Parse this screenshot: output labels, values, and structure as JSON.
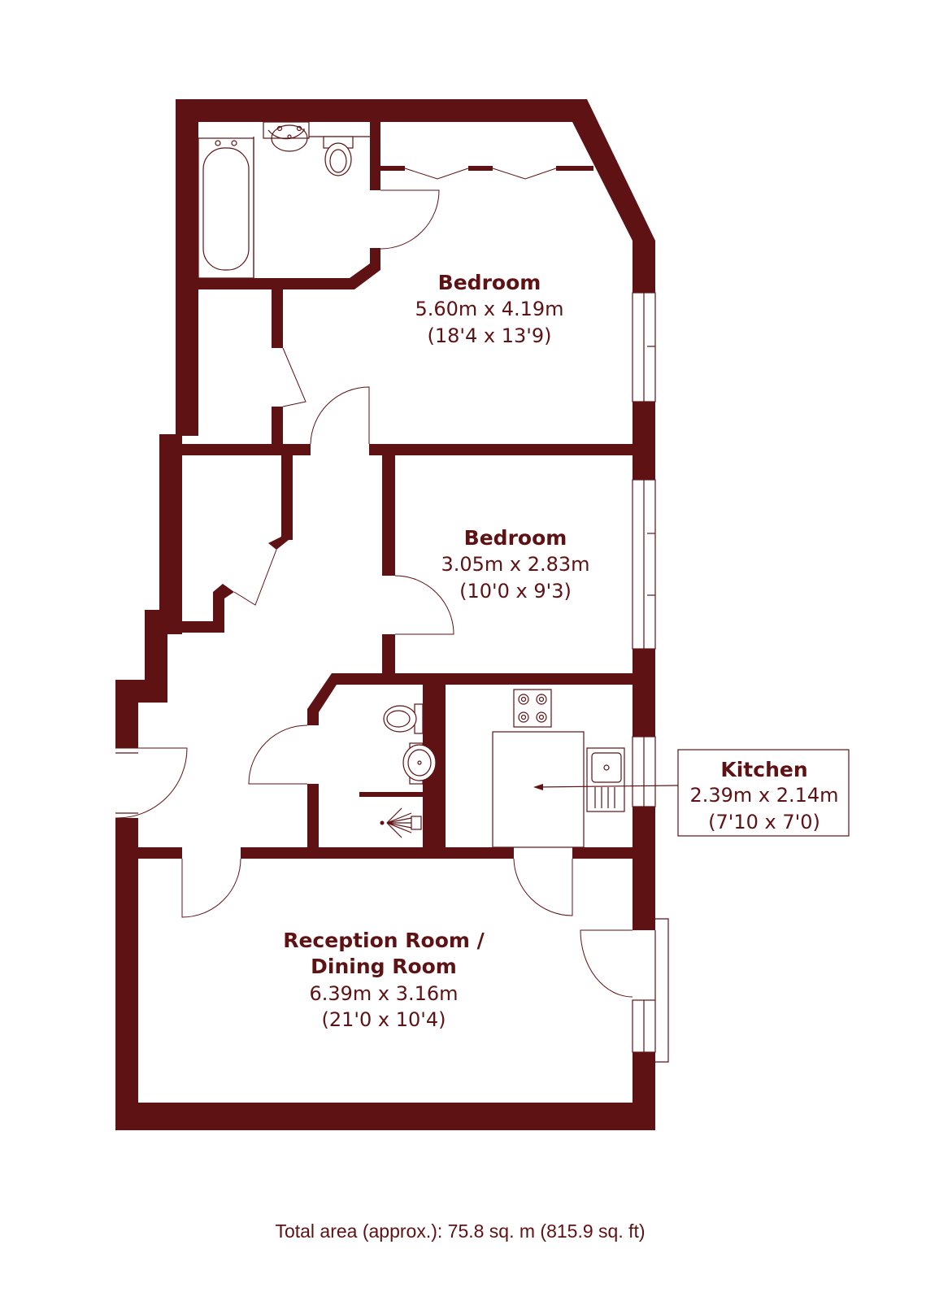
{
  "colors": {
    "wall": "#5e1214",
    "text": "#5e1214",
    "background": "#ffffff"
  },
  "rooms": {
    "bedroom1": {
      "name": "Bedroom",
      "metric": "5.60m x 4.19m",
      "imperial": "(18'4 x 13'9)"
    },
    "bedroom2": {
      "name": "Bedroom",
      "metric": "3.05m x 2.83m",
      "imperial": "(10'0 x 9'3)"
    },
    "kitchen": {
      "name": "Kitchen",
      "metric": "2.39m x 2.14m",
      "imperial": "(7'10 x 7'0)"
    },
    "reception": {
      "name_line1": "Reception Room /",
      "name_line2": "Dining Room",
      "metric": "6.39m x 3.16m",
      "imperial": "(21'0 x 10'4)"
    }
  },
  "total_area": "Total area (approx.): 75.8 sq. m (815.9 sq. ft)",
  "icons": [
    "bath-icon",
    "basin-icon",
    "toilet-icon",
    "hob-icon",
    "sink-icon",
    "shower-icon"
  ]
}
